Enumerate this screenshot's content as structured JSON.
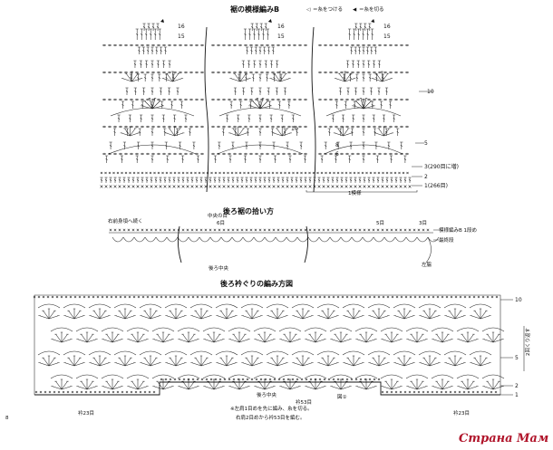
{
  "section_b": {
    "title": "裾の模様編みB",
    "legend": [
      {
        "icon": "yarn-join-icon",
        "text": "＝糸をつける"
      },
      {
        "icon": "yarn-cut-icon",
        "text": "＝糸を切る"
      }
    ],
    "row_labels": {
      "r16": "16",
      "r15": "15",
      "r10": "10",
      "r5": "5",
      "r3": "3(290目に増)",
      "r2": "2",
      "r1": "1(266目)"
    },
    "inner_rows": [
      "10",
      "8",
      "6"
    ],
    "repeat_label": "1模様"
  },
  "section_pickup": {
    "title": "後ろ裾の拾い方",
    "left_note": "右前身頃へ続く",
    "center_marker": "中央の目",
    "counts": {
      "c6": "6目",
      "c5": "5目",
      "c3": "3目"
    },
    "row_labels": {
      "pattern": "模様編みB 1段め",
      "final": "最終段"
    },
    "center_label": "後ろ中央",
    "side_label": "左脇"
  },
  "section_back": {
    "title": "後ろ衿ぐりの編み方図",
    "row_labels": {
      "r10": "10",
      "r5": "5",
      "r2": "2",
      "r1": "1"
    },
    "repeat_note": "2回くり返す",
    "center_label": "後ろ中央",
    "count_center": "衿53目",
    "figure_label": "図①",
    "count_left": "衿23目",
    "count_right": "衿23目",
    "notes": [
      "※左肩1目めを先に編み、糸を切る。",
      "右肩2目めから衿53目を編む。"
    ]
  },
  "page_number": "8",
  "watermark": "Страна Мам"
}
